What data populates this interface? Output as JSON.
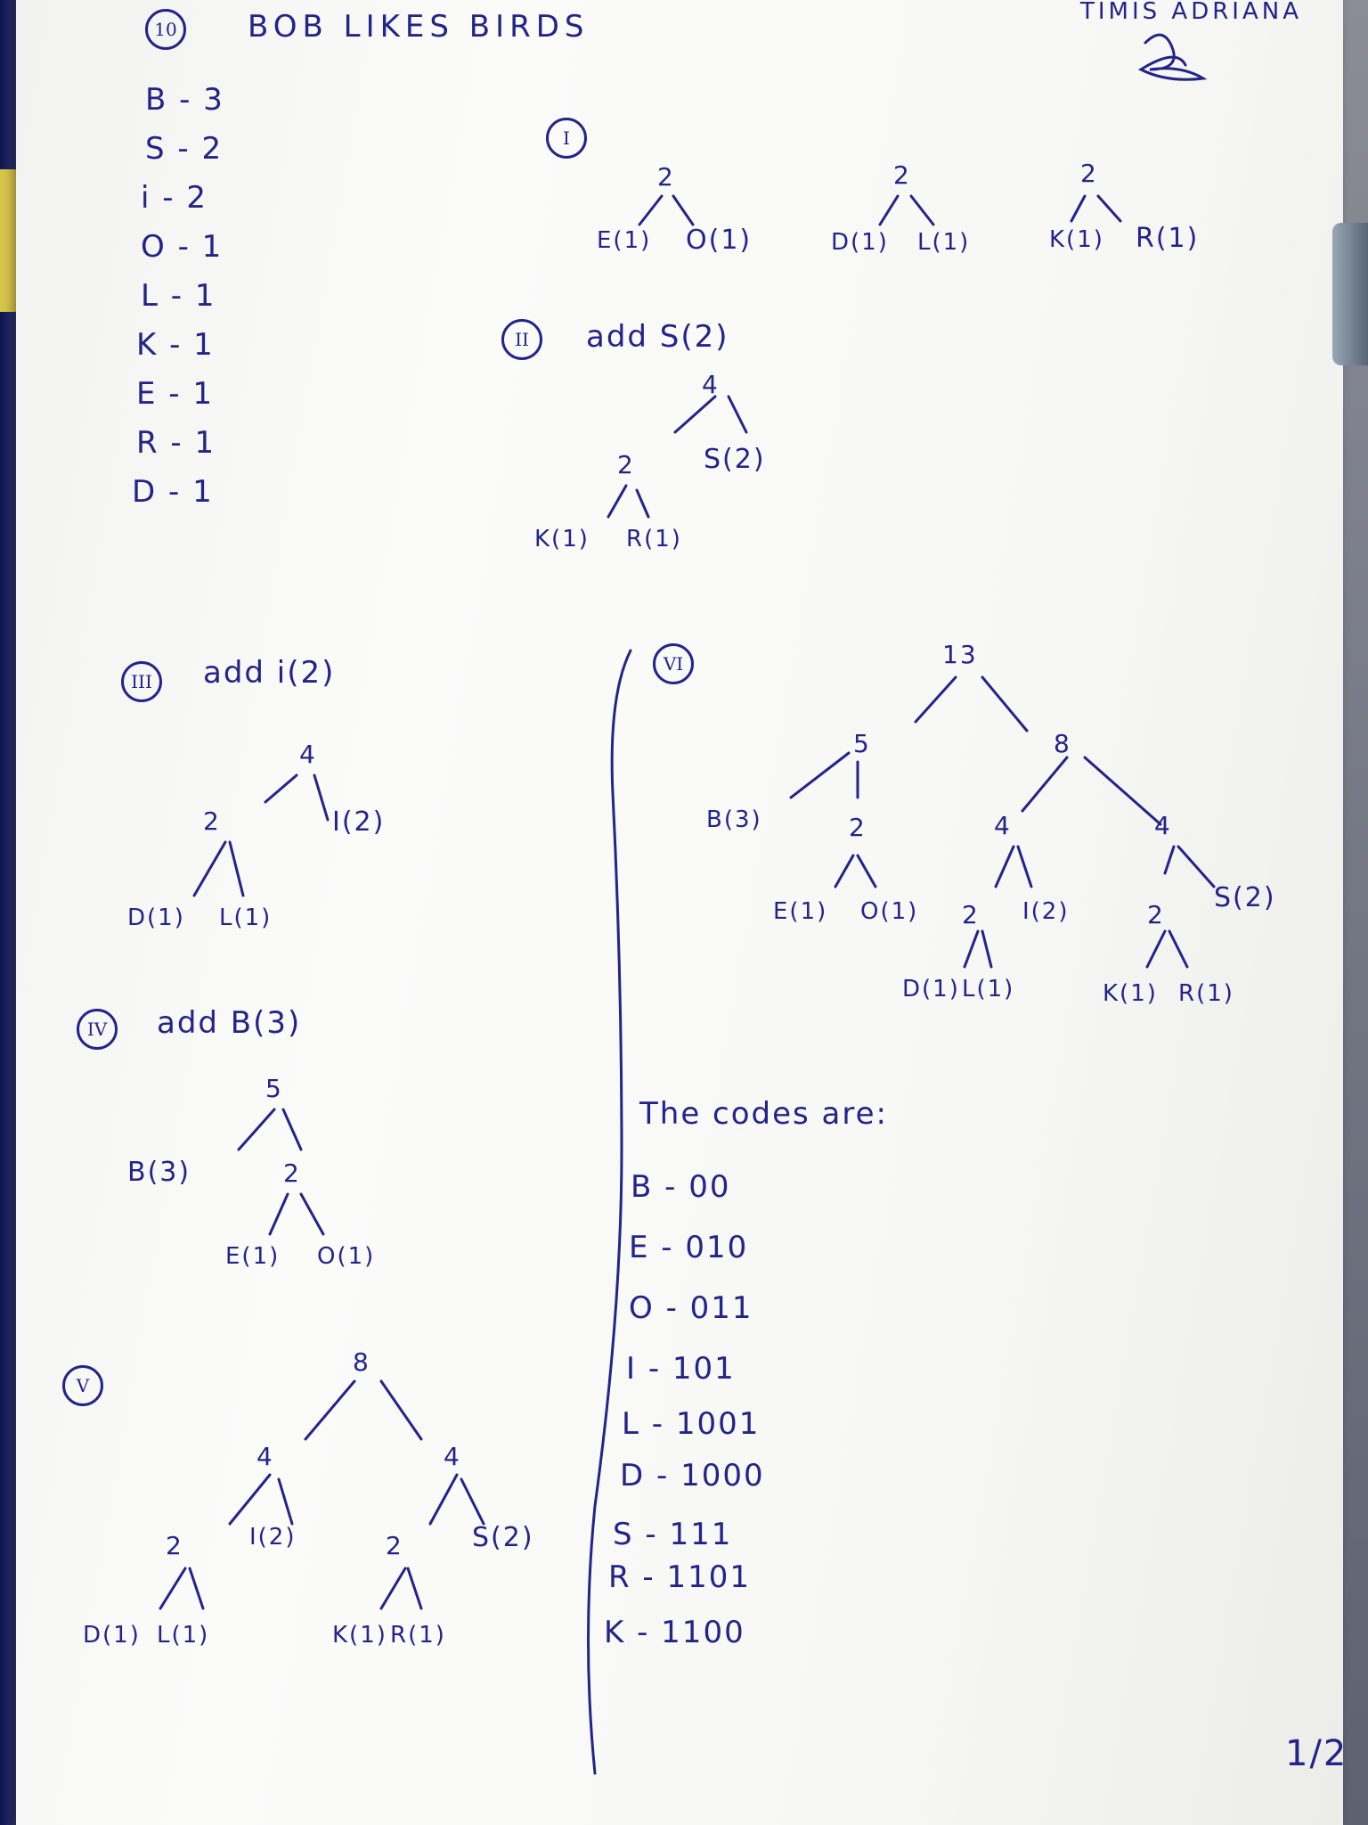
{
  "header": {
    "problem_number": "10",
    "title": "BOB LIKES BIRDS",
    "author": "TIMIS ADRIANA"
  },
  "frequencies": [
    {
      "label": "B - 3"
    },
    {
      "label": "S - 2"
    },
    {
      "label": "i - 2"
    },
    {
      "label": "O - 1"
    },
    {
      "label": "L - 1"
    },
    {
      "label": "K - 1"
    },
    {
      "label": "E - 1"
    },
    {
      "label": "R - 1"
    },
    {
      "label": "D - 1"
    }
  ],
  "steps": {
    "s1": {
      "mark": "I",
      "trees": [
        {
          "root": "2",
          "left": "E(1)",
          "right": "O(1)"
        },
        {
          "root": "2",
          "left": "D(1)",
          "right": "L(1)"
        },
        {
          "root": "2",
          "left": "K(1)",
          "right": "R(1)"
        }
      ]
    },
    "s2": {
      "mark": "II",
      "caption": "add S(2)",
      "root": "4",
      "sub": "2",
      "right": "S(2)",
      "ll": "K(1)",
      "lr": "R(1)"
    },
    "s3": {
      "mark": "III",
      "caption": "add i(2)",
      "root": "4",
      "sub": "2",
      "right": "I(2)",
      "ll": "D(1)",
      "lr": "L(1)"
    },
    "s4": {
      "mark": "IV",
      "caption": "add B(3)",
      "root": "5",
      "left": "B(3)",
      "sub": "2",
      "rl": "E(1)",
      "rr": "O(1)"
    },
    "s5": {
      "mark": "V",
      "root": "8",
      "l": "4",
      "r": "4",
      "l_sub": "2",
      "l_i": "I(2)",
      "l_ll": "D(1)",
      "l_lr": "L(1)",
      "r_sub": "2",
      "r_s": "S(2)",
      "r_ll": "K(1)",
      "r_lr": "R(1)"
    },
    "s6": {
      "mark": "VI",
      "root": "13",
      "l": "5",
      "r": "8",
      "b": "B(3)",
      "l_sub": "2",
      "e": "E(1)",
      "o": "O(1)",
      "m4a": "4",
      "m4b": "4",
      "a_sub": "2",
      "i": "I(2)",
      "d": "D(1)",
      "lq": "L(1)",
      "b_sub": "2",
      "s": "S(2)",
      "k": "K(1)",
      "r_leaf": "R(1)"
    }
  },
  "codes": {
    "heading": "The codes are:",
    "items": [
      "B - 00",
      "E - 010",
      "O - 011",
      "I - 101",
      "L - 1001",
      "D - 1000",
      "S - 111",
      "R - 1101",
      "K - 1100"
    ]
  },
  "page_number": "1/2"
}
